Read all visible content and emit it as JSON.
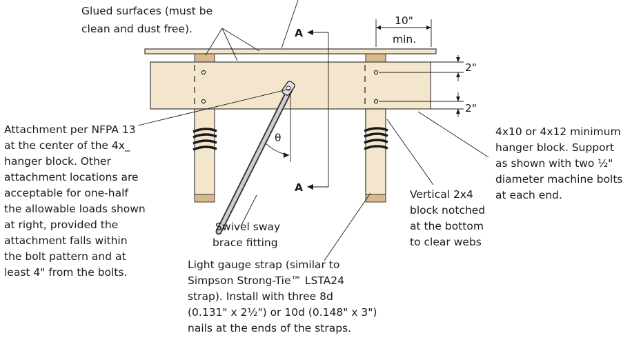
{
  "labels": {
    "glued": [
      "Glued surfaces (must be",
      "clean and dust free)."
    ],
    "attachment": [
      "Attachment per NFPA 13",
      "at the center of the  4x_",
      "hanger block. Other",
      "attachment locations are",
      "acceptable for one-half",
      "the allowable loads shown",
      "at right, provided the",
      "attachment falls within",
      "the bolt pattern and at",
      "least 4\" from the bolts."
    ],
    "swivel": [
      "Swivel sway",
      "brace fitting"
    ],
    "vertical": [
      "Vertical 2x4",
      "block notched",
      "at the bottom",
      "to clear webs"
    ],
    "hanger": [
      "4x10 or 4x12 minimum",
      "hanger block. Support",
      "as shown with two ½\"",
      "diameter machine bolts",
      "at each end."
    ],
    "strap": [
      "Light gauge strap (similar to",
      "Simpson Strong-Tie™ LSTA24",
      "strap). Install with three 8d",
      "(0.131\" x 2½\") or 10d (0.148\" x 3\")",
      "nails at the ends of the straps."
    ]
  },
  "dimensions": {
    "width_top": "10\"",
    "width_bottom": "min.",
    "bolt_offset_1": "2\"",
    "bolt_offset_2": "2\""
  },
  "section": {
    "top": "A",
    "bottom": "A"
  },
  "angle": "θ"
}
